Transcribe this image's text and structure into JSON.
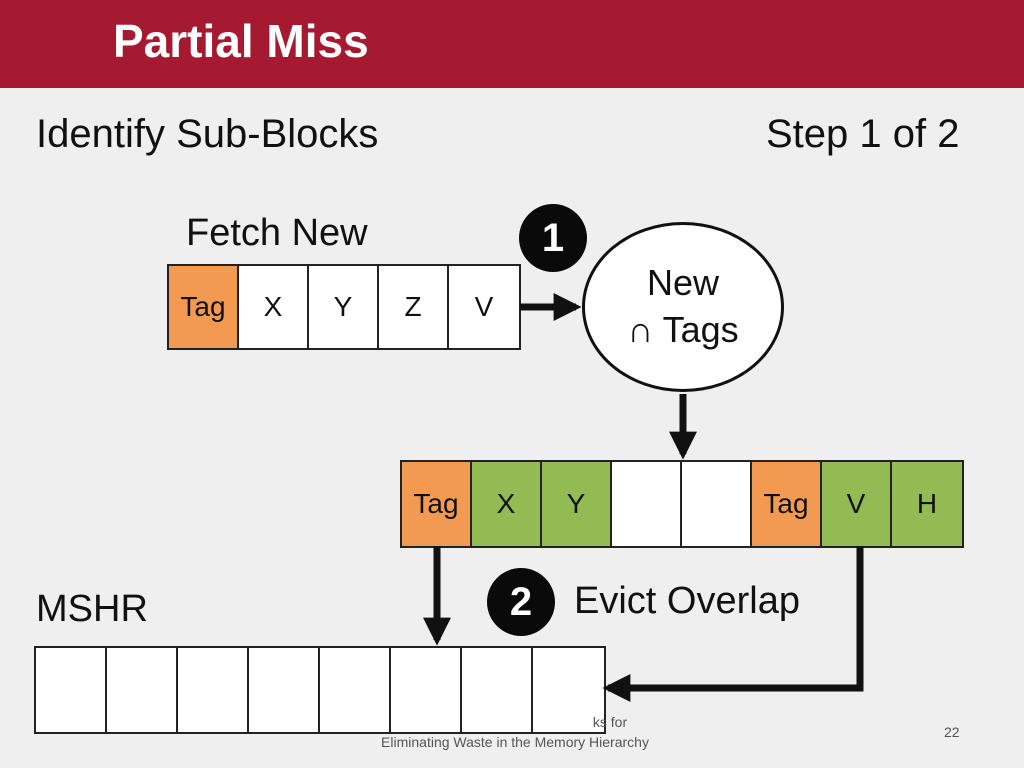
{
  "title": "Partial Miss",
  "subtitle_left": "Identify Sub-Blocks",
  "subtitle_right": "Step 1 of 2",
  "fetch_label": "Fetch New",
  "fetch_cells": [
    {
      "text": "Tag",
      "kind": "tag"
    },
    {
      "text": "X",
      "kind": "white"
    },
    {
      "text": "Y",
      "kind": "white"
    },
    {
      "text": "Z",
      "kind": "white"
    },
    {
      "text": "V",
      "kind": "white"
    }
  ],
  "step1_badge": "1",
  "intersect_line1": "New",
  "intersect_line2": "∩ Tags",
  "result_cells": [
    {
      "text": "Tag",
      "kind": "tag"
    },
    {
      "text": "X",
      "kind": "green"
    },
    {
      "text": "Y",
      "kind": "green"
    },
    {
      "text": "",
      "kind": "white"
    },
    {
      "text": "",
      "kind": "white"
    },
    {
      "text": "Tag",
      "kind": "tag"
    },
    {
      "text": "V",
      "kind": "green"
    },
    {
      "text": "H",
      "kind": "green"
    }
  ],
  "step2_badge": "2",
  "evict_label": "Evict Overlap",
  "mshr_label": "MSHR",
  "mshr_cell_count": 8,
  "footer_line1": "ks for",
  "footer_line2": "Eliminating Waste in the Memory Hierarchy",
  "page_number": "22",
  "colors": {
    "title_bar": "#a51a31",
    "tag_cell": "#f39a52",
    "sub_block_cell": "#92bb54",
    "background": "#efefef"
  }
}
